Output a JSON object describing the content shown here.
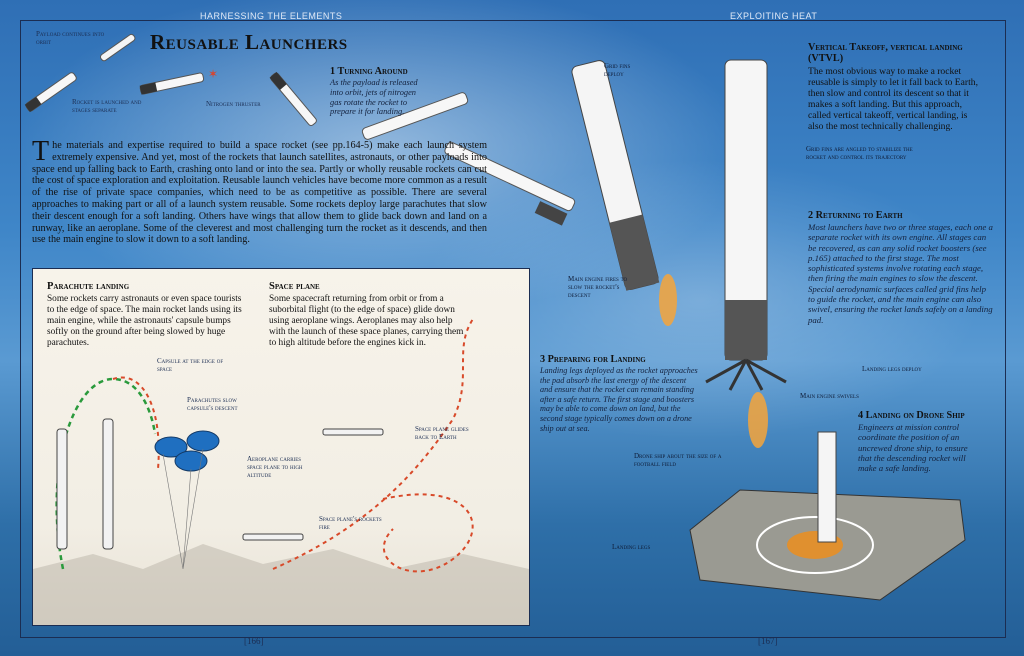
{
  "header": {
    "left": "HARNESSING THE ELEMENTS",
    "right": "EXPLOITING HEAT"
  },
  "title": "Reusable Launchers",
  "folio": {
    "left": "[166]",
    "right": "[167]"
  },
  "intro": "The materials and expertise required to build a space rocket (see pp.164-5) make each launch system extremely expensive. And yet, most of the rockets that launch satellites, astronauts, or other payloads into space end up falling back to Earth, crashing onto land or into the sea. Partly or wholly reusable rockets can cut the cost of space exploration and exploitation. Reusable launch vehicles have become more common as a result of the rise of private space companies, which need to be as competitive as possible. There are several approaches to making part or all of a launch system reusable. Some rockets deploy large parachutes that slow their descent enough for a soft landing. Others have wings that allow them to glide back down and land on a runway, like an aeroplane. Some of the cleverest and most challenging turn the rocket as it descends, and then use the main engine to slow it down to a soft landing.",
  "top_labels": {
    "payload": "Payload continues into orbit",
    "separate": "Rocket is launched and stages separate",
    "nitrogen": "Nitrogen thruster"
  },
  "turning": {
    "heading": "1 Turning Around",
    "text": "As the payload is released into orbit, jets of nitrogen gas rotate the rocket to prepare it for landing."
  },
  "parachute": {
    "heading": "Parachute landing",
    "text": "Some rockets carry astronauts or even space tourists to the edge of space. The main rocket lands using its main engine, while the astronauts' capsule bumps softly on the ground after being slowed by huge parachutes.",
    "label_capsule": "Capsule at the edge of space",
    "label_chutes": "Parachutes slow capsule's descent"
  },
  "spaceplane": {
    "heading": "Space plane",
    "text": "Some spacecraft returning from orbit or from a suborbital flight (to the edge of space) glide down using aeroplane wings. Aeroplanes may also help with the launch of these space planes, carrying them to high altitude before the engines kick in.",
    "label_carries": "Aeroplane carries space plane to high altitude",
    "label_glides": "Space plane glides back to Earth",
    "label_fire": "Space plane's rockets fire"
  },
  "vtvl": {
    "heading": "Vertical Takeoff, vertical landing (VTVL)",
    "text": "The most obvious way to make a rocket reusable is simply to let it fall back to Earth, then slow and control its descent so that it makes a soft landing. But this approach, called vertical takeoff, vertical landing, is also the most technically challenging."
  },
  "right_labels": {
    "gridfins": "Grid fins deploy",
    "angled": "Grid fins are angled to stabilize the rocket and control its trajectory",
    "mainfire": "Main engine fires to slow the rocket's descent",
    "legs": "Landing legs deploy",
    "swivels": "Main engine swivels",
    "droneship": "Drone ship about the size of a football field",
    "landinglegs": "Landing legs"
  },
  "returning": {
    "heading": "2 Returning to Earth",
    "text": "Most launchers have two or three stages, each one a separate rocket with its own engine. All stages can be recovered, as can any solid rocket boosters (see p.165) attached to the first stage. The most sophisticated systems involve rotating each stage, then firing the main engines to slow the descent. Special aerodynamic surfaces called grid fins help to guide the rocket, and the main engine can also swivel, ensuring the rocket lands safely on a landing pad."
  },
  "preparing": {
    "heading": "3 Preparing for Landing",
    "text": "Landing legs deployed as the rocket approaches the pad absorb the last energy of the descent and ensure that the rocket can remain standing after a safe return. The first stage and boosters may be able to come down on land, but the second stage typically comes down on a drone ship out at sea."
  },
  "drone": {
    "heading": "4 Landing on Drone Ship",
    "text": "Engineers at mission control coordinate the position of an uncrewed drone ship, to ensure that the descending rocket will make a safe landing."
  }
}
